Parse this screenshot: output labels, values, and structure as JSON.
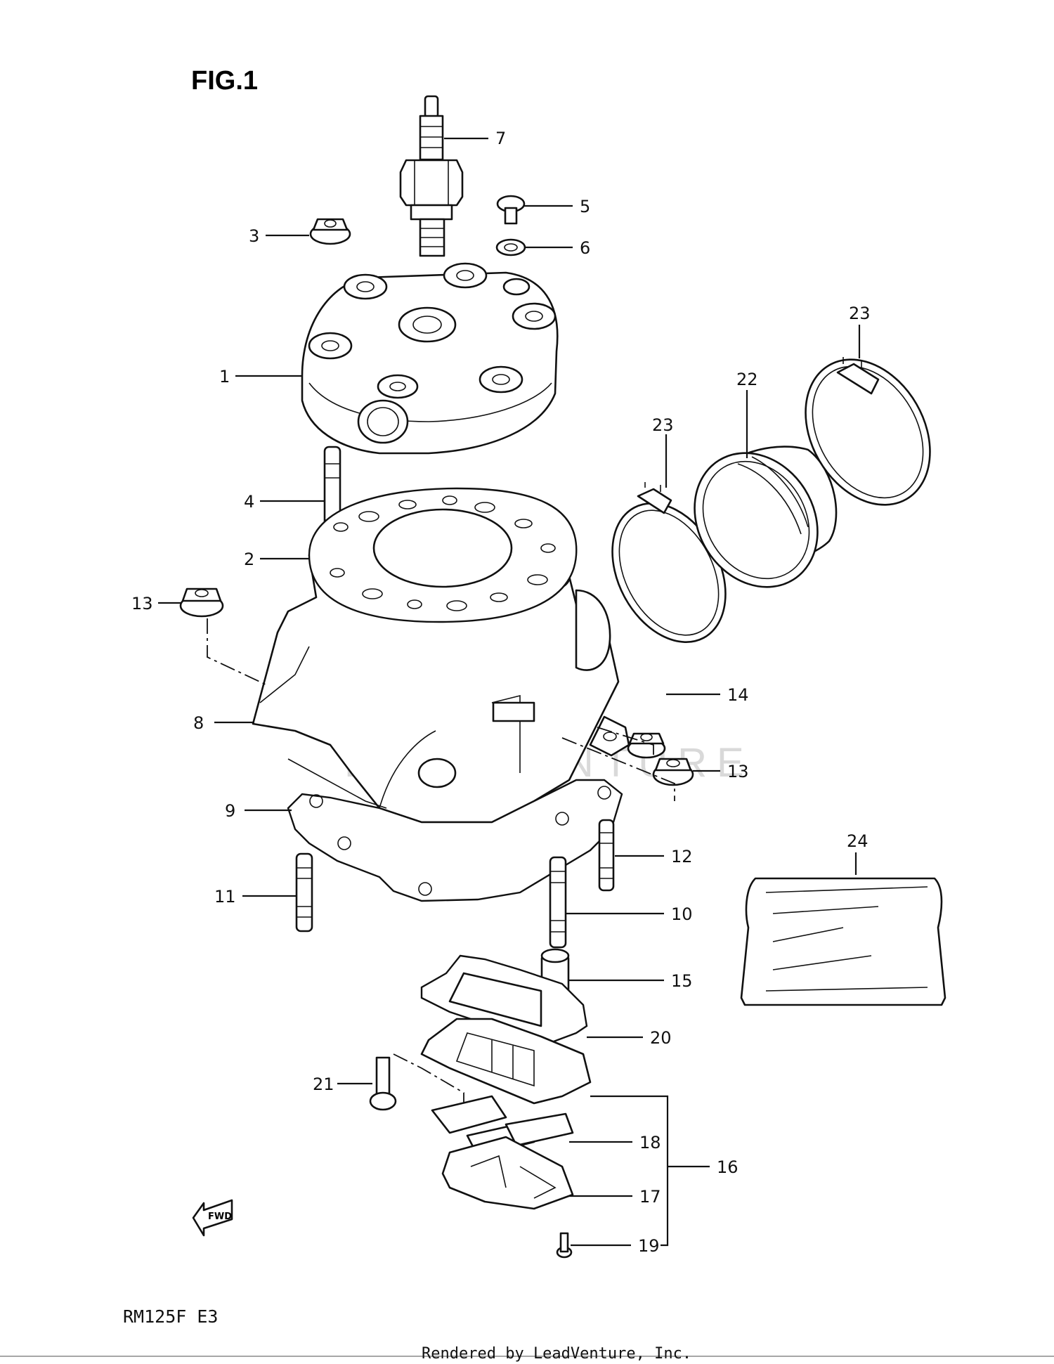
{
  "figure": {
    "title": "FIG.1",
    "model_code": "RM125F E3",
    "fwd_label": "FWD",
    "footer": "Rendered by LeadVenture, Inc.",
    "watermark": "LEADVENTURE"
  },
  "callouts": [
    {
      "id": "c7",
      "label": "7"
    },
    {
      "id": "c5",
      "label": "5"
    },
    {
      "id": "c3",
      "label": "3"
    },
    {
      "id": "c6",
      "label": "6"
    },
    {
      "id": "c1",
      "label": "1"
    },
    {
      "id": "c23a",
      "label": "23"
    },
    {
      "id": "c22",
      "label": "22"
    },
    {
      "id": "c23b",
      "label": "23"
    },
    {
      "id": "c4",
      "label": "4"
    },
    {
      "id": "c2",
      "label": "2"
    },
    {
      "id": "c13a",
      "label": "13"
    },
    {
      "id": "c14",
      "label": "14"
    },
    {
      "id": "c8",
      "label": "8"
    },
    {
      "id": "c13b",
      "label": "13"
    },
    {
      "id": "c9",
      "label": "9"
    },
    {
      "id": "c24",
      "label": "24"
    },
    {
      "id": "c12",
      "label": "12"
    },
    {
      "id": "c11",
      "label": "11"
    },
    {
      "id": "c10",
      "label": "10"
    },
    {
      "id": "c15",
      "label": "15"
    },
    {
      "id": "c20",
      "label": "20"
    },
    {
      "id": "c21",
      "label": "21"
    },
    {
      "id": "c18",
      "label": "18"
    },
    {
      "id": "c16",
      "label": "16"
    },
    {
      "id": "c17",
      "label": "17"
    },
    {
      "id": "c19",
      "label": "19"
    }
  ]
}
